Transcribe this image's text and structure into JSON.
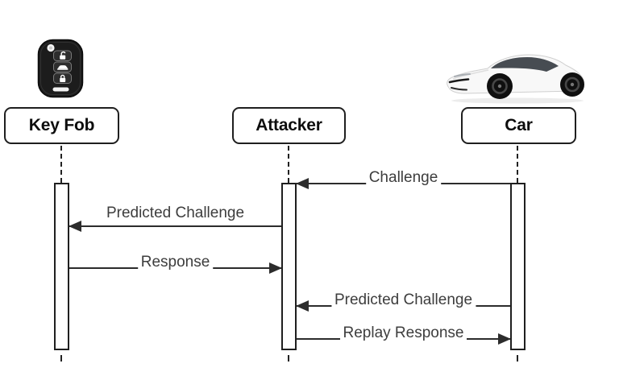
{
  "diagram": {
    "type": "sequence-diagram",
    "background": "#ffffff",
    "colors": {
      "line": "#2c2c2c",
      "message_text": "#3d3d3d",
      "actor_text": "#0d0d0d",
      "border": "#1f1f1f"
    },
    "actors": [
      {
        "id": "keyfob",
        "label": "Key Fob",
        "icon": "key-fob-remote-image"
      },
      {
        "id": "attacker",
        "label": "Attacker",
        "icon": null
      },
      {
        "id": "car",
        "label": "Car",
        "icon": "white-sports-car-image"
      }
    ],
    "messages": [
      {
        "label": "Challenge",
        "from": "car",
        "to": "attacker",
        "label_position": "on-line"
      },
      {
        "label": "Predicted Challenge",
        "from": "attacker",
        "to": "keyfob",
        "label_position": "above-line"
      },
      {
        "label": "Response",
        "from": "keyfob",
        "to": "attacker",
        "label_position": "on-line"
      },
      {
        "label": "Predicted Challenge",
        "from": "car",
        "to": "attacker",
        "label_position": "on-line"
      },
      {
        "label": "Replay Response",
        "from": "attacker",
        "to": "car",
        "label_position": "on-line"
      }
    ]
  }
}
